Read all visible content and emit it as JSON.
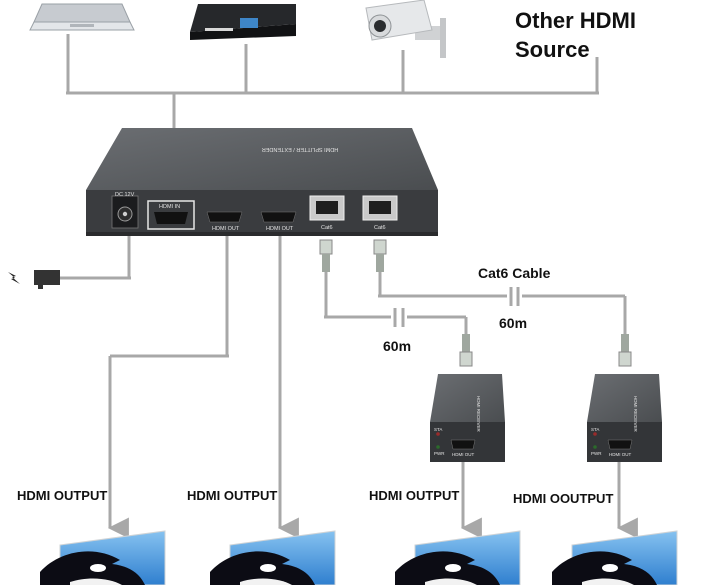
{
  "source_label_line1": "Other HDMI",
  "source_label_line2": "Source",
  "splitter": {
    "top_label": "HDMI SPLITTER / EXTENDER",
    "dc_label": "DC 12V",
    "hdmi_in_label": "HDMI IN",
    "hdmi_out_labels": [
      "HDMI OUT",
      "HDMI OUT"
    ],
    "cat6_port_labels": [
      "Cat6",
      "Cat6"
    ]
  },
  "cable_label": "Cat6 Cable",
  "distances": [
    "60m",
    "60m"
  ],
  "receiver": {
    "top_label": "HDMI RECEIVER",
    "sta_label": "STA",
    "pwr_label": "PWR",
    "hdmi_out_label": "HDMI OUT"
  },
  "output_labels": [
    "HDMI OUTPUT",
    "HDMI OUTPUT",
    "HDMI OUTPUT",
    "HDMI OOUTPUT"
  ],
  "colors": {
    "line": "#a8a8a8",
    "device_body": "#404244",
    "device_top": "#5b5e61",
    "device_front": "#2f3133",
    "port_hdmi": "#111111",
    "port_rj45": "#c9c9c9",
    "monitor_sky": "#3f8fd8",
    "orca_body": "#0c0c14"
  },
  "icons": [
    "laptop-icon",
    "bluray-player-icon",
    "security-camera-icon",
    "power-adapter-icon",
    "display-monitor-icon"
  ]
}
